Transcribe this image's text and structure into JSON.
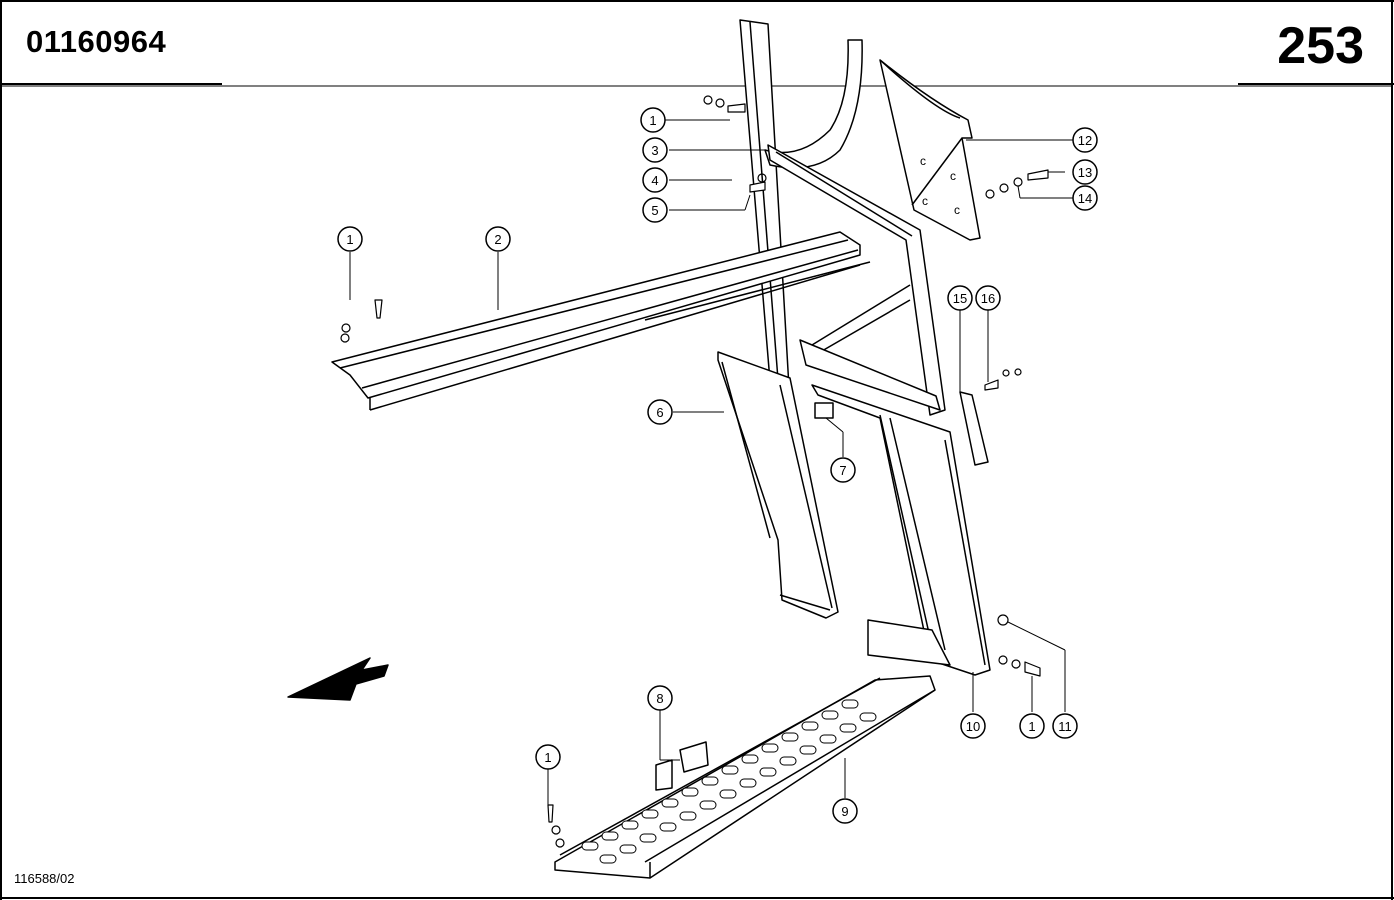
{
  "header": {
    "part_number": "01160964",
    "page_number": "253"
  },
  "footer": {
    "drawing_reference": "116588/02"
  },
  "callouts": [
    {
      "label": "1"
    },
    {
      "label": "2"
    },
    {
      "label": "3"
    },
    {
      "label": "4"
    },
    {
      "label": "5"
    },
    {
      "label": "1"
    },
    {
      "label": "6"
    },
    {
      "label": "7"
    },
    {
      "label": "8"
    },
    {
      "label": "9"
    },
    {
      "label": "1"
    },
    {
      "label": "10"
    },
    {
      "label": "1"
    },
    {
      "label": "11"
    },
    {
      "label": "12"
    },
    {
      "label": "13"
    },
    {
      "label": "14"
    },
    {
      "label": "15"
    },
    {
      "label": "16"
    }
  ]
}
